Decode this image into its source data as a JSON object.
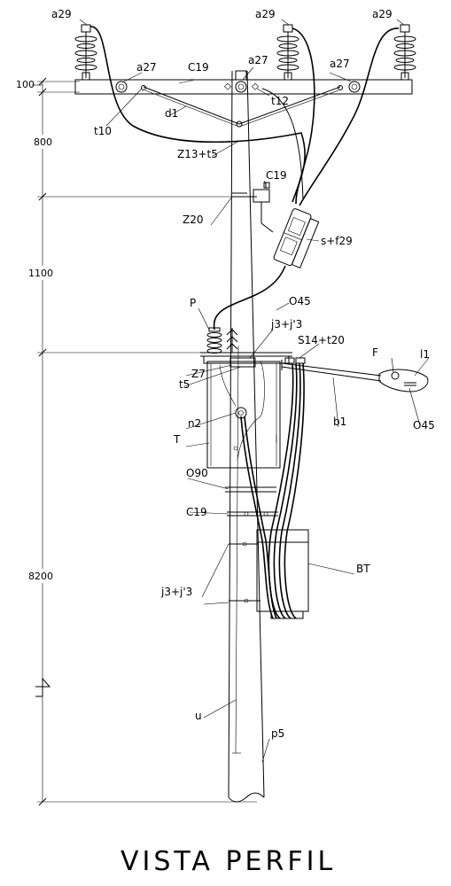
{
  "labels": {
    "a29_left": "a29",
    "a29_center": "a29",
    "a29_right": "a29",
    "a27_left": "a27",
    "a27_center": "a27",
    "a27_right": "a27",
    "c19_top": "C19",
    "d1": "d1",
    "t12": "t12",
    "t10": "t10",
    "z13_t5": "Z13+t5",
    "c19_mid": "C19",
    "z20": "Z20",
    "s_f29": "s+f29",
    "o45_top": "O45",
    "p_label": "P",
    "j3_top": "j3+j'3",
    "s14_t20": "S14+t20",
    "f_label": "F",
    "l1": "l1",
    "z7": "Z7",
    "t5": "t5",
    "b1": "b1",
    "o45_right": "O45",
    "n2": "n2",
    "t_label": "T",
    "o90": "O90",
    "c19_low": "C19",
    "bt": "BT",
    "j3_bottom": "j3+j'3",
    "u_label": "u",
    "p5": "p5"
  },
  "dimensions": {
    "d100": "100",
    "d800": "800",
    "d1100": "1100",
    "d8200": "8200"
  },
  "title": "VISTA PERFIL",
  "colors": {
    "line": "#000000",
    "background": "#ffffff"
  }
}
